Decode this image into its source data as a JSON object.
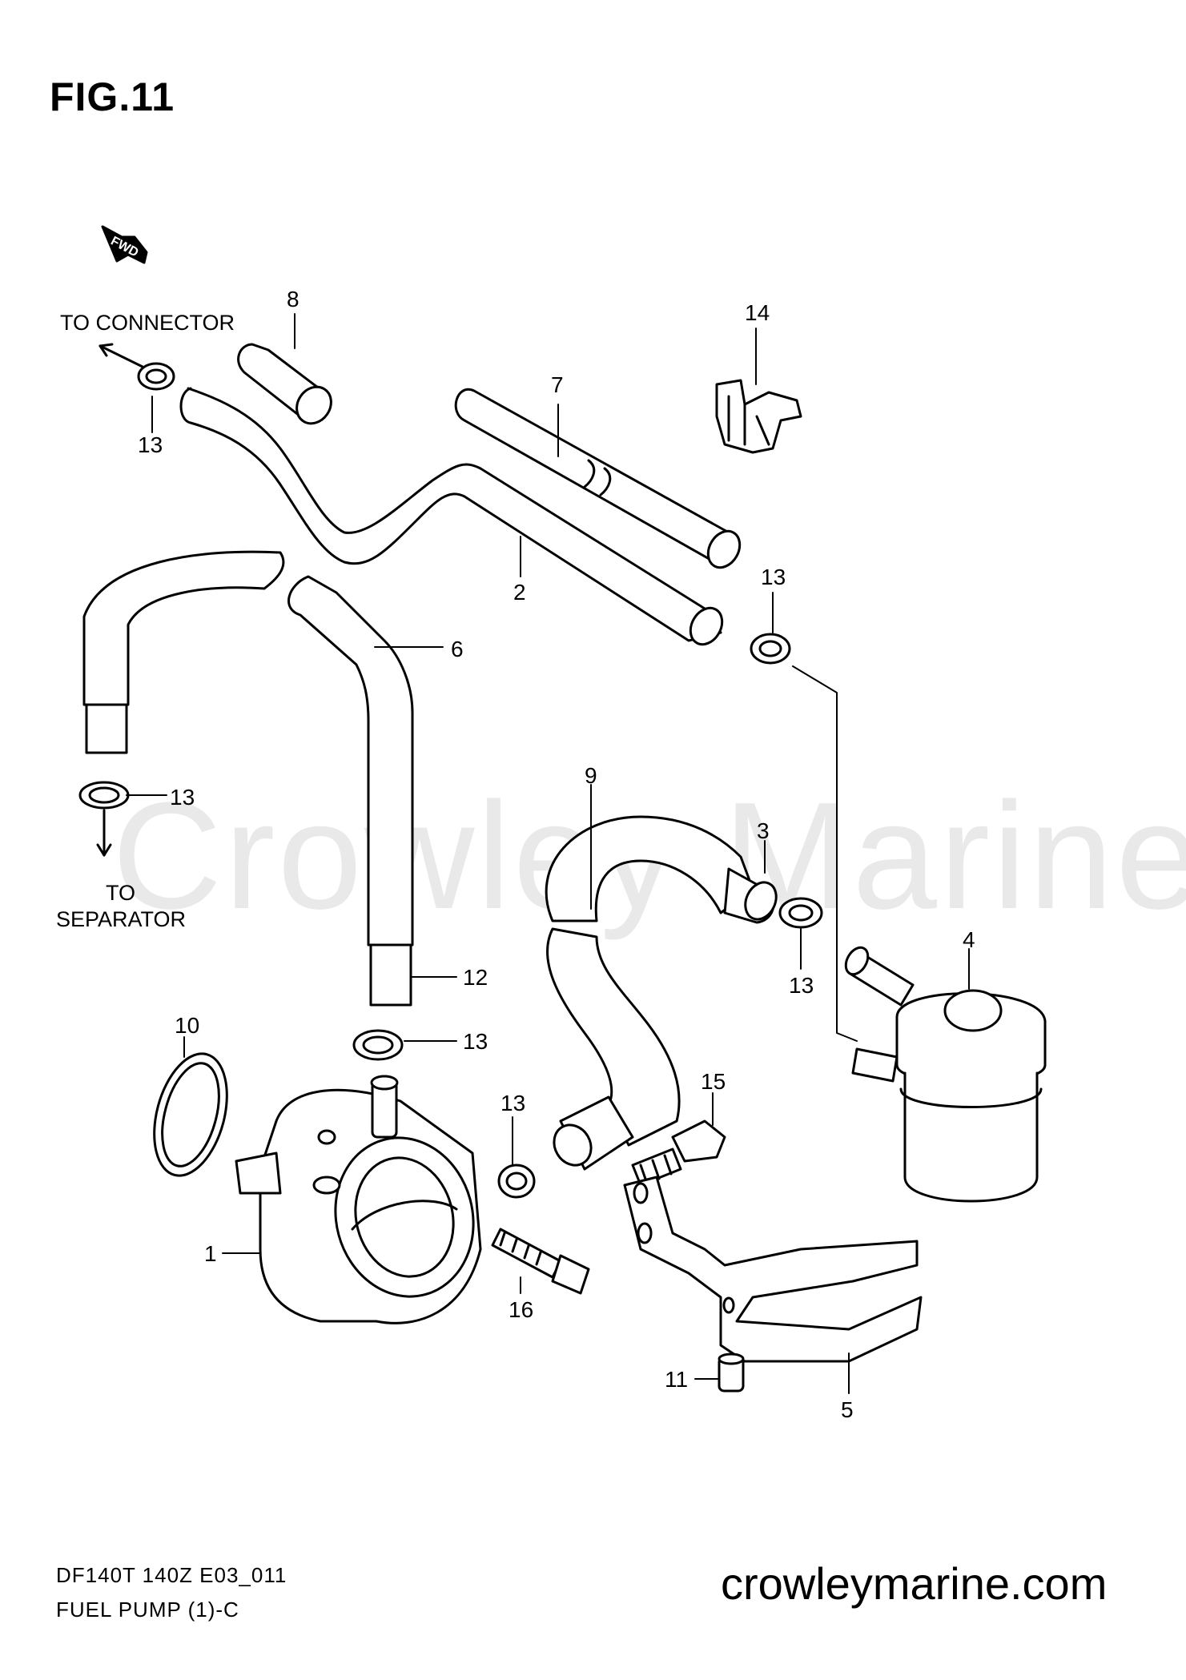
{
  "figure": {
    "title": "FIG.11"
  },
  "watermark": "Crowley Marine",
  "direction": {
    "fwd": "FWD"
  },
  "notes": {
    "to_connector": "TO CONNECTOR",
    "to_separator_line1": "TO",
    "to_separator_line2": "SEPARATOR"
  },
  "callouts": [
    "1",
    "2",
    "3",
    "4",
    "5",
    "6",
    "7",
    "8",
    "9",
    "10",
    "11",
    "12",
    "13",
    "14",
    "15",
    "16"
  ],
  "footer": {
    "code": "DF140T 140Z E03_011",
    "name": "FUEL PUMP (1)-C",
    "site": "crowleymarine.com"
  }
}
